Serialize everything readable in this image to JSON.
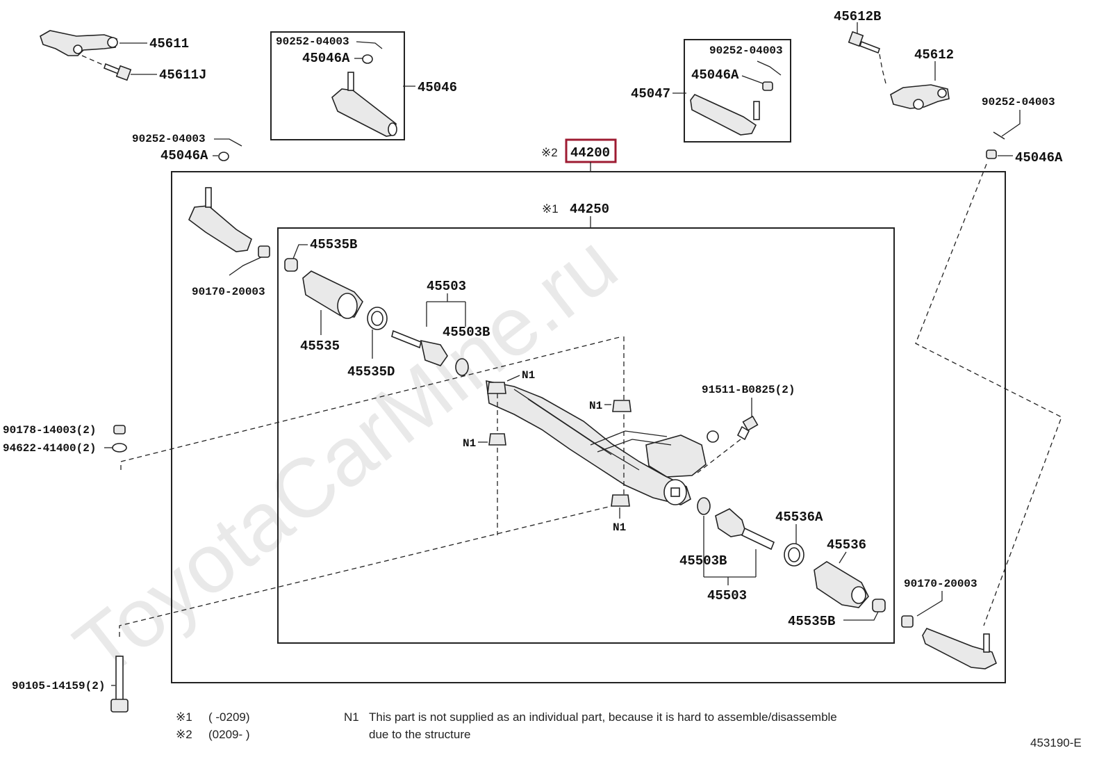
{
  "watermark": "ToyotaCarMine.ru",
  "diagram_code": "453190-E",
  "highlighted_part": "44200",
  "parts": {
    "p45611": "45611",
    "p45611J": "45611J",
    "p90252_a": "90252-04003",
    "p45046A_a": "45046A",
    "p45046": "45046",
    "p90252_b": "90252-04003",
    "p45046A_b": "45046A",
    "p90252_c": "90252-04003",
    "p45046A_c": "45046A",
    "p45047": "45047",
    "p45612B": "45612B",
    "p45612": "45612",
    "p90252_d": "90252-04003",
    "p45046A_d": "45046A",
    "mark2": "※2",
    "p44200": "44200",
    "mark1": "※1",
    "p44250": "44250",
    "p90170_l": "90170-20003",
    "p45535B_t": "45535B",
    "p45535": "45535",
    "p45535D": "45535D",
    "p45503_t": "45503",
    "p45503B_t": "45503B",
    "n1_a": "N1",
    "n1_b": "N1",
    "n1_c": "N1",
    "n1_d": "N1",
    "p91511": "91511-B0825(2)",
    "p90178": "90178-14003(2)",
    "p94622": "94622-41400(2)",
    "p45503B_b": "45503B",
    "p45503_b": "45503",
    "p45536A": "45536A",
    "p45536": "45536",
    "p45535B_b": "45535B",
    "p90170_r": "90170-20003",
    "p90105": "90105-14159(2)"
  },
  "notes": {
    "n1_mark": "※1",
    "n1_range": "(     -0209)",
    "n2_mark": "※2",
    "n2_range": "(0209-     )",
    "n1_label": "N1",
    "n1_text_line1": "This part is not supplied as an individual part,  because it is hard to assemble/disassemble",
    "n1_text_line2": "due to the structure"
  }
}
